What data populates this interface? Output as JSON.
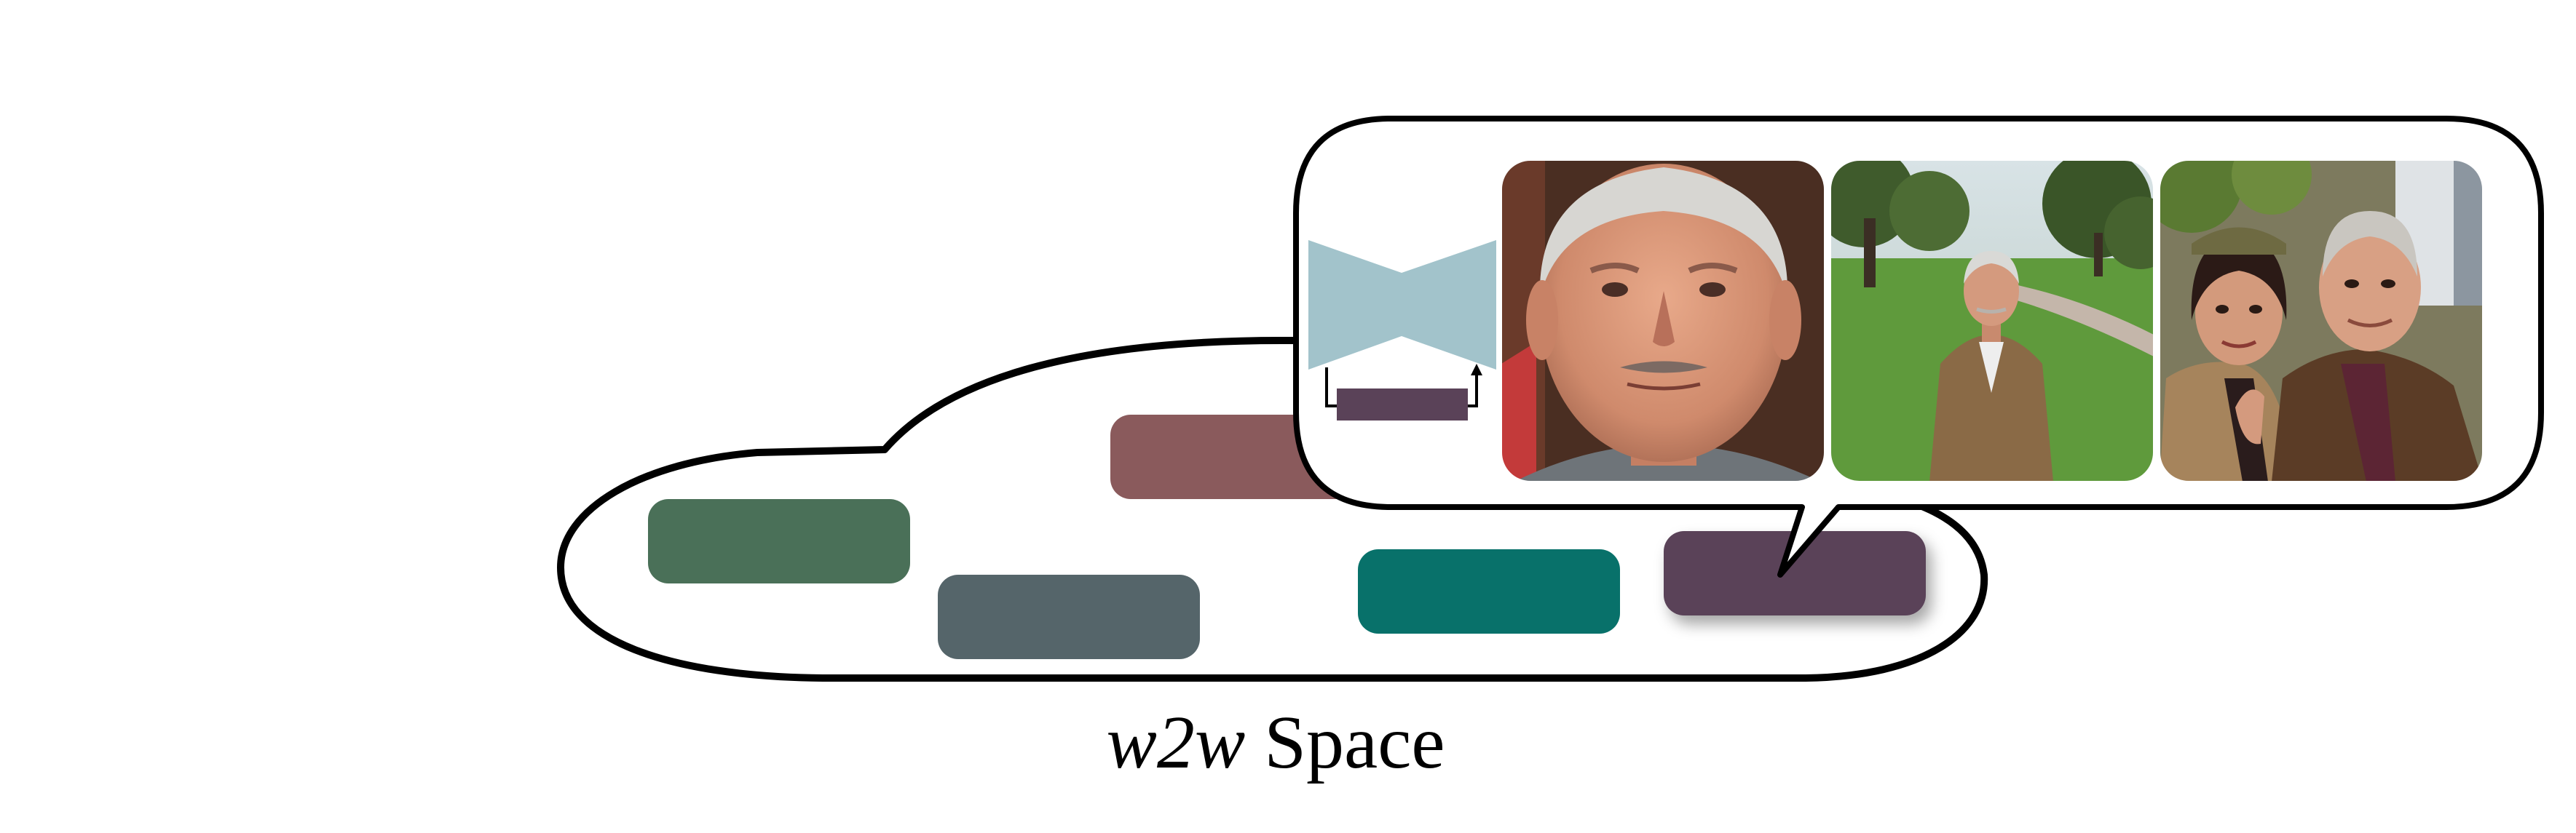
{
  "caption": {
    "italic_part": "w2w",
    "regular_part": " Space"
  },
  "colors": {
    "outline": "#000000",
    "background": "#ffffff",
    "token_green": "#4a7058",
    "token_rose": "#8a5a5c",
    "token_slate": "#55656a",
    "token_teal": "#08716a",
    "token_plum": "#5a4258",
    "model_icon": "#a2c3cb"
  },
  "icons": {
    "model": "bowtie-autoencoder-icon",
    "samples": [
      "portrait-closeup-image",
      "park-standing-image",
      "selfie-pair-image"
    ]
  }
}
